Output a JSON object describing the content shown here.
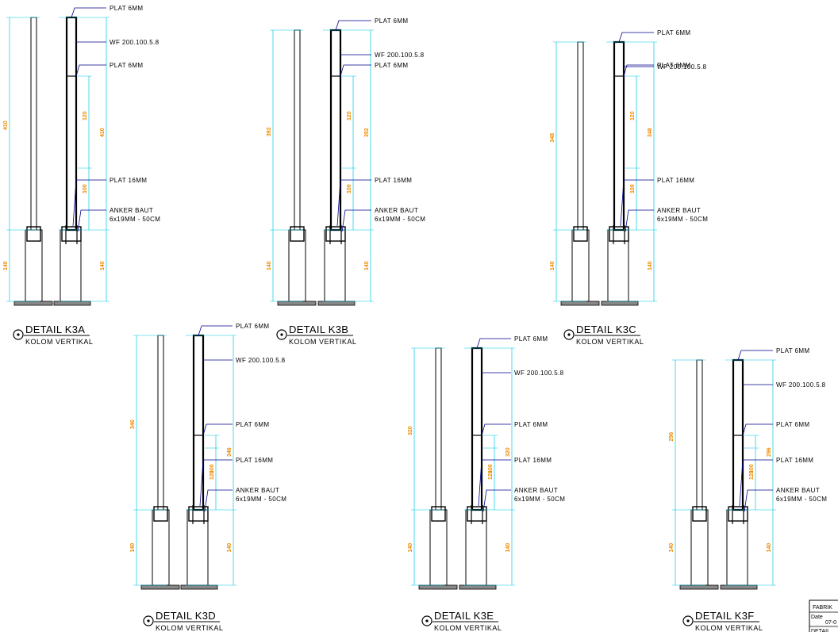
{
  "colors": {
    "line": "#000000",
    "dimension": "#00c8e6",
    "dim_text": "#f08a00",
    "leader": "#00008b"
  },
  "details": [
    {
      "id": "k3a",
      "title": "DETAIL K3A",
      "subtitle": "KOLOM VERTIKAL",
      "labels": {
        "plat_top": "PLAT 6MM",
        "wf": "WF 200.100.5.8",
        "plat_mid": "PLAT 6MM",
        "plat16": "PLAT 16MM",
        "anker": "ANKER BAUT",
        "anker_spec": "6x19MM - 50CM"
      },
      "dims": {
        "total": "410",
        "base": "140",
        "upper": "120",
        "top": "410",
        "base_r": "140",
        "pl": "100"
      }
    },
    {
      "id": "k3b",
      "title": "DETAIL K3B",
      "subtitle": "KOLOM VERTIKAL",
      "labels": {
        "plat_top": "PLAT 6MM",
        "wf": "WF 200.100.5.8",
        "plat_mid": "PLAT 6MM",
        "plat16": "PLAT 16MM",
        "anker": "ANKER BAUT",
        "anker_spec": "6x19MM - 50CM"
      },
      "dims": {
        "total": "392",
        "base": "140",
        "upper": "120",
        "top": "392",
        "base_r": "140",
        "pl": "100"
      }
    },
    {
      "id": "k3c",
      "title": "DETAIL K3C",
      "subtitle": "KOLOM VERTIKAL",
      "labels": {
        "plat_top": "PLAT 6MM",
        "wf": "WF 200.100.5.8",
        "plat_mid": "PLAT 6MM",
        "plat16": "PLAT 16MM",
        "anker": "ANKER BAUT",
        "anker_spec": "6x19MM - 50CM"
      },
      "dims": {
        "total": "348",
        "base": "140",
        "upper": "120",
        "top": "348",
        "base_r": "140",
        "pl": "100"
      }
    },
    {
      "id": "k3d",
      "title": "DETAIL K3D",
      "subtitle": "KOLOM VERTIKAL",
      "labels": {
        "plat_top": "PLAT 6MM",
        "wf": "WF 200.100.5.8",
        "plat_mid": "PLAT 6MM",
        "plat16": "PLAT 16MM",
        "anker": "ANKER BAUT",
        "anker_spec": "6x19MM - 50CM"
      },
      "dims": {
        "total": "346",
        "base": "140",
        "upper": "120",
        "top": "346",
        "base_r": "140",
        "pl": "100"
      }
    },
    {
      "id": "k3e",
      "title": "DETAIL K3E",
      "subtitle": "KOLOM VERTIKAL",
      "labels": {
        "plat_top": "PLAT 6MM",
        "wf": "WF 200.100.5.8",
        "plat_mid": "PLAT 6MM",
        "plat16": "PLAT 16MM",
        "anker": "ANKER BAUT",
        "anker_spec": "6x19MM - 50CM"
      },
      "dims": {
        "total": "320",
        "base": "140",
        "upper": "120",
        "top": "320",
        "base_r": "140",
        "pl": "100"
      }
    },
    {
      "id": "k3f",
      "title": "DETAIL K3F",
      "subtitle": "KOLOM VERTIKAL",
      "labels": {
        "plat_top": "PLAT 6MM",
        "wf": "WF 200.100.5.8",
        "plat_mid": "PLAT 6MM",
        "plat16": "PLAT 16MM",
        "anker": "ANKER BAUT",
        "anker_spec": "6x19MM - 50CM"
      },
      "dims": {
        "total": "296",
        "base": "140",
        "upper": "120",
        "top": "296",
        "base_r": "140",
        "pl": "100"
      }
    }
  ],
  "title_block": {
    "line1": "FABRIK",
    "line2": "Date",
    "line3": "07-0",
    "line4": "DETAIL"
  }
}
